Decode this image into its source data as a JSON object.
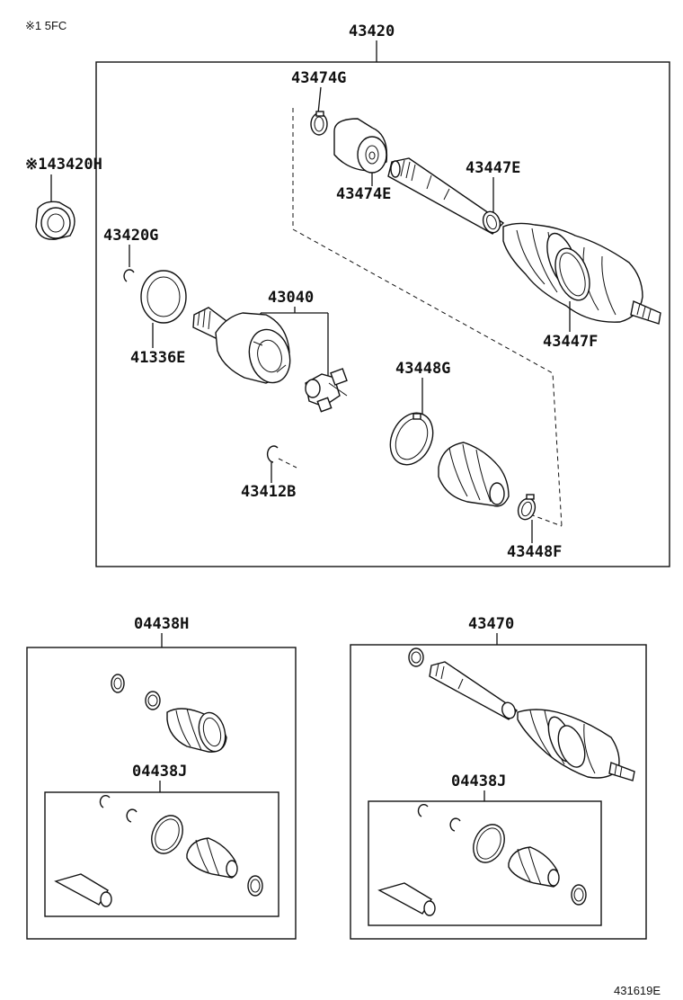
{
  "header_note": "※1 5FC",
  "footer_code": "431619E",
  "labels": {
    "p43420": "43420",
    "p43474G": "43474G",
    "p43474E": "43474E",
    "p43447E": "43447E",
    "p43447F": "43447F",
    "p43420H": "※143420H",
    "p43420G": "43420G",
    "p43040": "43040",
    "p41336E": "41336E",
    "p43448G": "43448G",
    "p43412B": "43412B",
    "p43448F": "43448F",
    "p04438H": "04438H",
    "p04438J_left": "04438J",
    "p43470": "43470",
    "p04438J_right": "04438J"
  }
}
